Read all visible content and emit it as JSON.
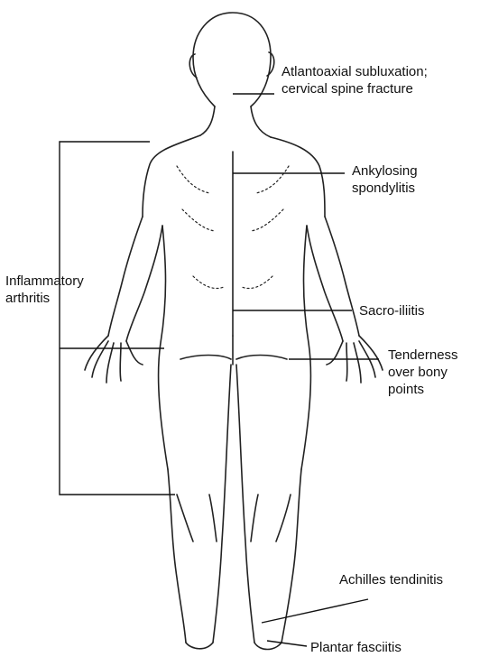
{
  "labels": {
    "atlantoaxial": [
      "Atlantoaxial subluxation;",
      "cervical spine fracture"
    ],
    "ankylosing": [
      "Ankylosing",
      "spondylitis"
    ],
    "inflammatory": [
      "Inflammatory",
      "arthritis"
    ],
    "sacroiliitis": [
      "Sacro-iliitis"
    ],
    "tenderness": [
      "Tenderness",
      "over bony",
      "points"
    ],
    "achilles": [
      "Achilles tendinitis"
    ],
    "plantar": [
      "Plantar fasciitis"
    ]
  },
  "colors": {
    "line": "#111111",
    "figure": "#222222"
  }
}
